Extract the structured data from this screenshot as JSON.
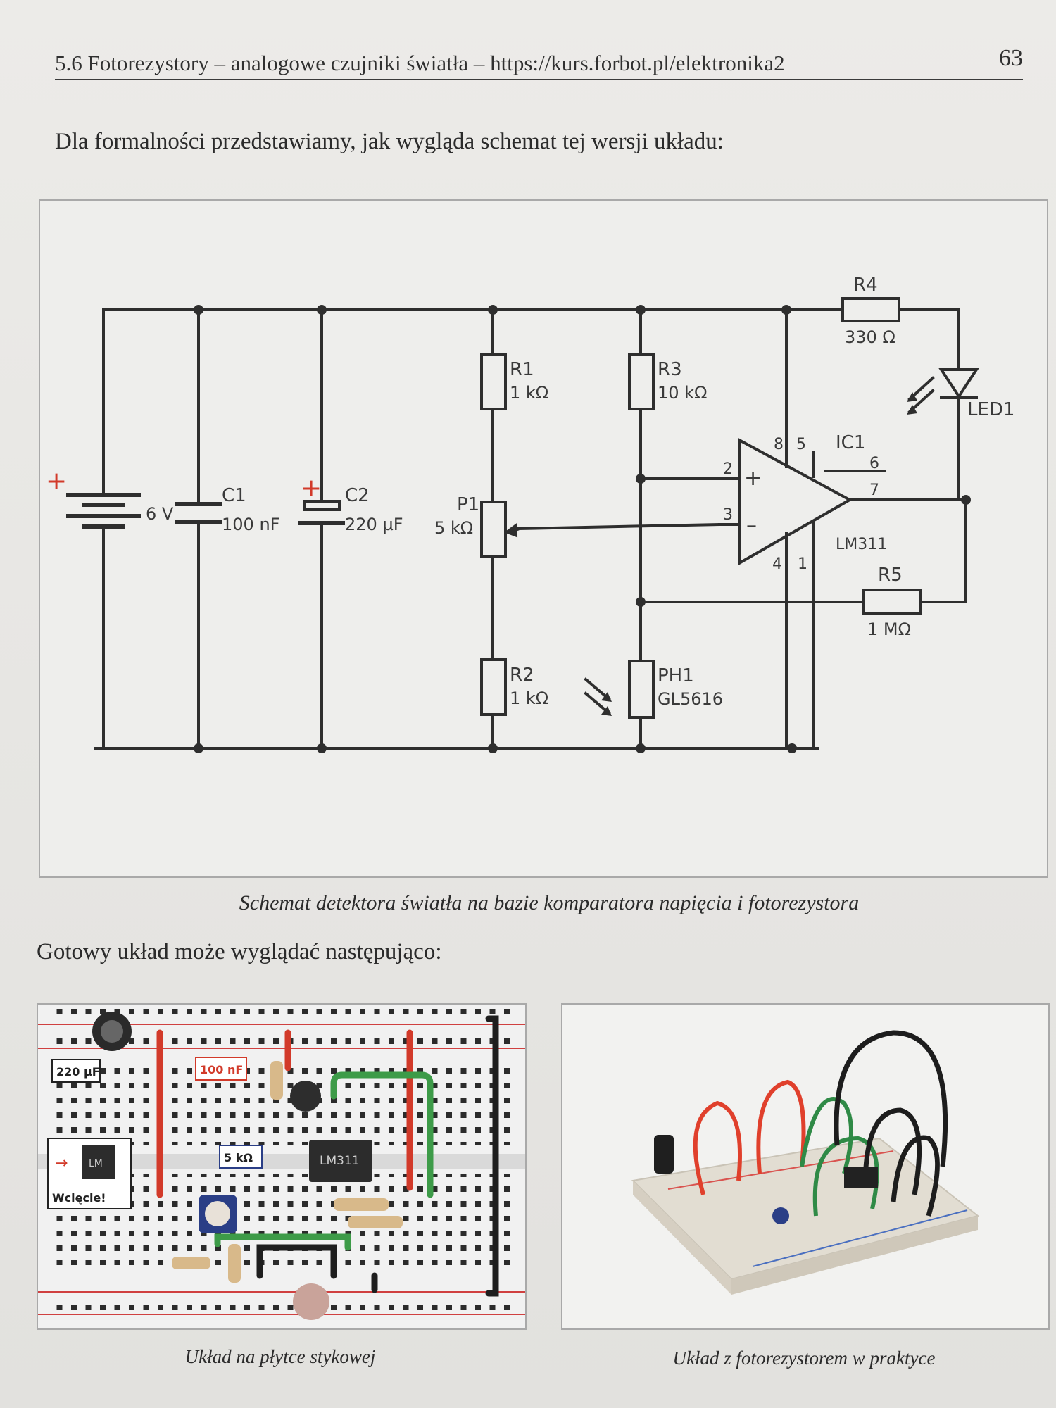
{
  "header": {
    "title": "5.6 Fotorezystory – analogowe czujniki światła – https://kurs.forbot.pl/elektronika2",
    "page_number": "63"
  },
  "intro_text": "Dla formalności przedstawiamy, jak wygląda schemat tej wersji układu:",
  "schematic": {
    "battery_voltage": "6 V",
    "plus_sign": "+",
    "c1": {
      "ref": "C1",
      "value": "100 nF"
    },
    "c2": {
      "ref": "C2",
      "value": "220 µF"
    },
    "r1": {
      "ref": "R1",
      "value": "1 kΩ"
    },
    "p1": {
      "ref": "P1",
      "value": "5 kΩ"
    },
    "r2": {
      "ref": "R2",
      "value": "1 kΩ"
    },
    "r3": {
      "ref": "R3",
      "value": "10 kΩ"
    },
    "ph1": {
      "ref": "PH1",
      "value": "GL5616"
    },
    "r4": {
      "ref": "R4",
      "value": "330 Ω"
    },
    "r5": {
      "ref": "R5",
      "value": "1 MΩ"
    },
    "led1": {
      "ref": "LED1"
    },
    "ic1": {
      "ref": "IC1",
      "value": "LM311"
    },
    "pins": {
      "p2": "2",
      "p3": "3",
      "p4": "4",
      "p1": "1",
      "p5": "5",
      "p6": "6",
      "p7": "7",
      "p8": "8"
    },
    "plus_input": "+",
    "minus_input": "–"
  },
  "caption_schematic": "Schemat detektora światła na bazie komparatora napięcia i fotorezystora",
  "ready_text": "Gotowy układ może wyglądać następująco:",
  "breadboard": {
    "c2_label": "220 µF",
    "c1_label": "100 nF",
    "pot_label": "5 kΩ",
    "ic_label": "LM311",
    "notch_label": "Wcięcie!",
    "lm_label": "LM",
    "arrow": "→"
  },
  "caption_breadboard": "Układ na płytce stykowej",
  "caption_photo": "Układ z fotorezystorem w praktyce"
}
